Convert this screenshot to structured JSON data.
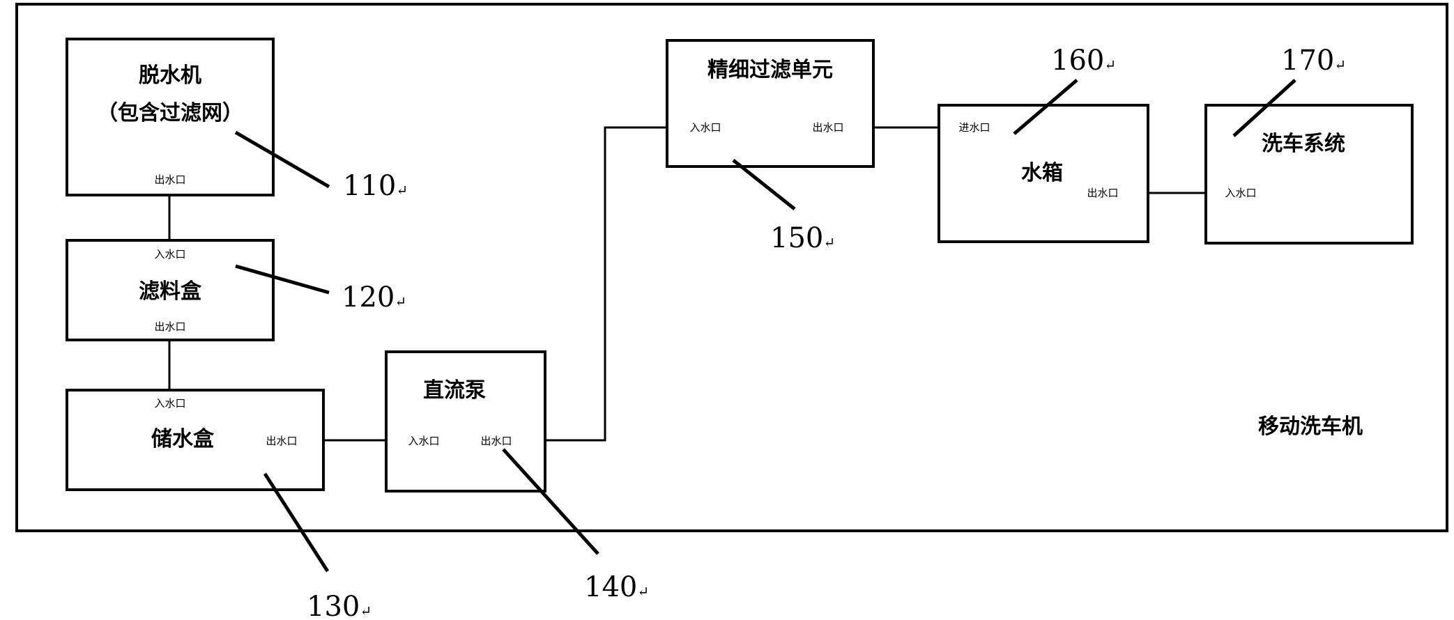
{
  "container_label": "移动洗车机",
  "components": [
    {
      "ref": "110",
      "title_lines": [
        "脱水机",
        "（包含过滤网）"
      ],
      "ports": {
        "outlet": "出水口"
      }
    },
    {
      "ref": "120",
      "title_lines": [
        "滤料盒"
      ],
      "ports": {
        "inlet": "入水口",
        "outlet": "出水口"
      }
    },
    {
      "ref": "130",
      "title_lines": [
        "储水盒"
      ],
      "ports": {
        "inlet": "入水口",
        "outlet": "出水口"
      }
    },
    {
      "ref": "140",
      "title_lines": [
        "直流泵"
      ],
      "ports": {
        "inlet": "入水口",
        "outlet": "出水口"
      }
    },
    {
      "ref": "150",
      "title_lines": [
        "精细过滤单元"
      ],
      "ports": {
        "inlet": "入水口",
        "outlet": "出水口"
      }
    },
    {
      "ref": "160",
      "title_lines": [
        "水箱"
      ],
      "ports": {
        "inlet": "进水口",
        "outlet": "出水口"
      }
    },
    {
      "ref": "170",
      "title_lines": [
        "洗车系统"
      ],
      "ports": {
        "inlet": "入水口"
      }
    }
  ],
  "ref_suffix": "↵"
}
